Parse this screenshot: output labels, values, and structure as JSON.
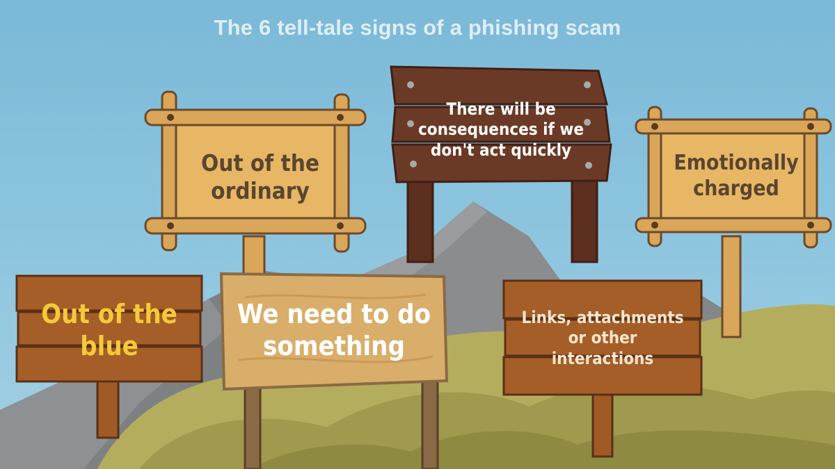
{
  "title": "The 6 tell-tale signs of a phishing scam",
  "signs": [
    {
      "id": "ordinary",
      "lines": [
        "Out of the",
        "ordinary"
      ]
    },
    {
      "id": "consequences",
      "lines": [
        "There will be",
        "consequences if we",
        "don't act quickly"
      ]
    },
    {
      "id": "emotional",
      "lines": [
        "Emotionally",
        "charged"
      ]
    },
    {
      "id": "blue",
      "lines": [
        "Out of the",
        "blue"
      ]
    },
    {
      "id": "need",
      "lines": [
        "We need to do",
        "something"
      ]
    },
    {
      "id": "links",
      "lines": [
        "Links, attachments",
        "or other",
        "interactions"
      ]
    }
  ],
  "colors": {
    "sky": "#8fc6df",
    "mountain": "#8a8c8e",
    "hill": "#b5ad5e",
    "frame_wood": "#d9a65a",
    "board_tan": "#e8b765",
    "board_brown": "#9f5a25",
    "board_dark": "#5d2f1f",
    "text_dark": "#5a4530",
    "text_yellow": "#f5c93a",
    "text_white": "#ffffff",
    "text_cream": "#f6e6d0"
  }
}
